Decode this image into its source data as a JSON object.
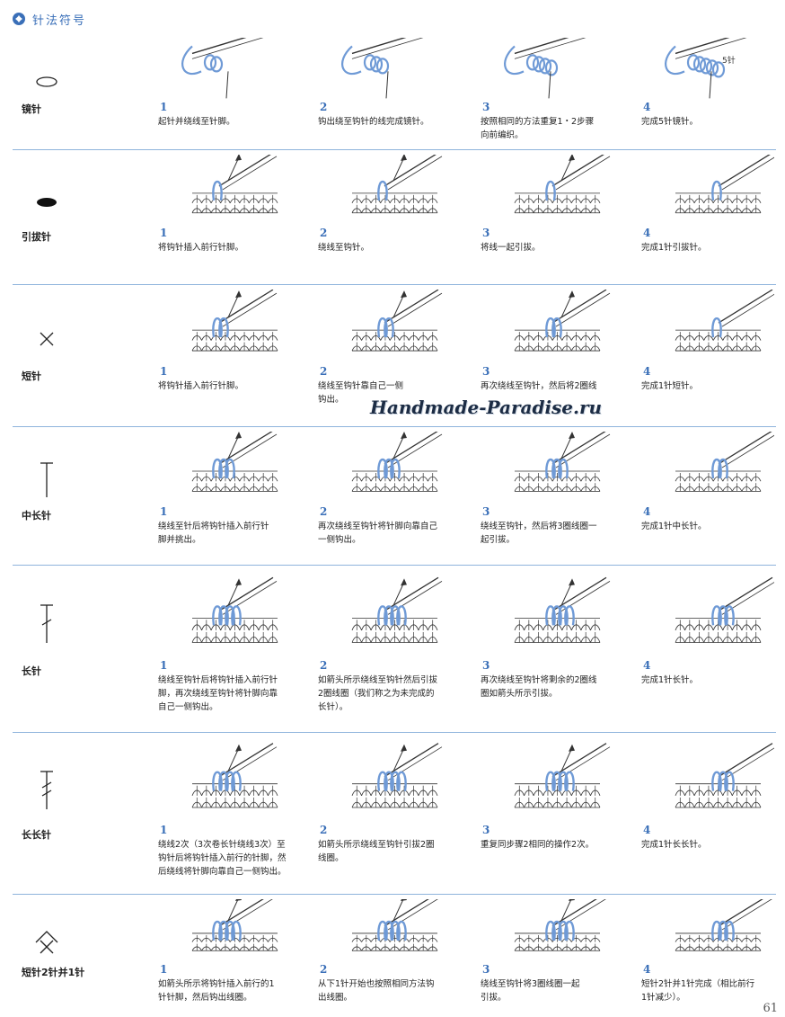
{
  "header": {
    "title": "针法符号",
    "icon": "flower-icon",
    "accent": "#3a6fb8"
  },
  "watermark": "Handmade-Paradise.ru",
  "page_number": "61",
  "rows": [
    {
      "name": "镜针",
      "symbol": "chain-oval-icon",
      "steps": [
        {
          "num": "1",
          "text": "起针并绕线至针脚。"
        },
        {
          "num": "2",
          "text": "钩出绕至钩针的线完成镜针。"
        },
        {
          "num": "3",
          "text": "按照相同的方法重复1・2步骤\n向前编织。"
        },
        {
          "num": "4",
          "text": "完成5针镜针。",
          "note": "5针"
        }
      ]
    },
    {
      "name": "引拔针",
      "symbol": "slip-stitch-dot-icon",
      "steps": [
        {
          "num": "1",
          "text": "将钩针插入前行针脚。"
        },
        {
          "num": "2",
          "text": "绕线至钩针。"
        },
        {
          "num": "3",
          "text": "将线一起引拔。"
        },
        {
          "num": "4",
          "text": "完成1针引拔针。"
        }
      ]
    },
    {
      "name": "短针",
      "symbol": "single-crochet-x-icon",
      "steps": [
        {
          "num": "1",
          "text": "将钩针插入前行针脚。"
        },
        {
          "num": "2",
          "text": "绕线至钩针靠自己一侧\n钩出。"
        },
        {
          "num": "3",
          "text": "再次绕线至钩针，然后将2圈线"
        },
        {
          "num": "4",
          "text": "完成1针短针。"
        }
      ]
    },
    {
      "name": "中长针",
      "symbol": "half-double-t-icon",
      "steps": [
        {
          "num": "1",
          "text": "绕线至针后将钩针插入前行针\n脚并挑出。"
        },
        {
          "num": "2",
          "text": "再次绕线至钩针将针脚向靠自己\n一侧钩出。"
        },
        {
          "num": "3",
          "text": "绕线至钩针，然后将3圈线圈一\n起引拔。"
        },
        {
          "num": "4",
          "text": "完成1针中长针。"
        }
      ]
    },
    {
      "name": "长针",
      "symbol": "double-crochet-icon",
      "steps": [
        {
          "num": "1",
          "text": "绕线至钩针后将钩针插入前行针\n脚，再次绕线至钩针将针脚向靠\n自己一侧钩出。"
        },
        {
          "num": "2",
          "text": "如箭头所示绕线至钩针然后引拔\n2圈线圈（我们称之为未完成的\n长针）。"
        },
        {
          "num": "3",
          "text": "再次绕线至钩针将剩余的2圈线\n圈如箭头所示引拔。"
        },
        {
          "num": "4",
          "text": "完成1针长针。"
        }
      ]
    },
    {
      "name": "长长针",
      "symbol": "treble-crochet-icon",
      "steps": [
        {
          "num": "1",
          "text": "绕线2次（3次卷长针绕线3次）至\n钩针后将钩针插入前行的针脚，然\n后绕线将针脚向靠自己一侧钩出。"
        },
        {
          "num": "2",
          "text": "如箭头所示绕线至钩针引拔2圈\n线圈。"
        },
        {
          "num": "3",
          "text": "重复同步骤2相同的操作2次。"
        },
        {
          "num": "4",
          "text": "完成1针长长针。"
        }
      ]
    },
    {
      "name": "短针2针并1针",
      "symbol": "sc2tog-icon",
      "steps": [
        {
          "num": "1",
          "text": "如箭头所示将钩针插入前行的1\n针针脚，然后钩出线圈。"
        },
        {
          "num": "2",
          "text": "从下1针开始也按照相同方法钩\n出线圈。"
        },
        {
          "num": "3",
          "text": "绕线至钩针将3圈线圈一起\n引拔。"
        },
        {
          "num": "4",
          "text": "短针2针并1针完成（相比前行\n1针减少）。"
        }
      ]
    }
  ]
}
